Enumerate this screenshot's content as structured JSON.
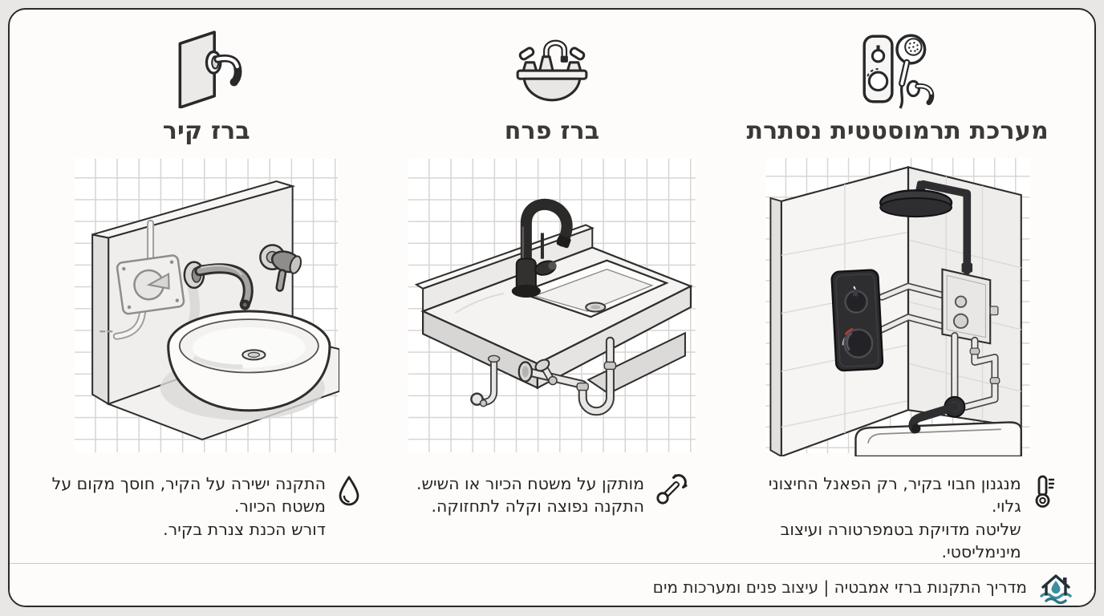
{
  "card": {
    "panels": [
      {
        "id": "concealed-thermostatic",
        "icon": "thermostatic-shower-icon",
        "title": "מערכת תרמוסטטית נסתרת",
        "illustration": "concealed-thermostatic-shower-illustration",
        "note_icon": "thermometer-icon",
        "description": "מנגנון חבוי בקיר, רק הפאנל החיצוני גלוי.\nשליטה מדויקת בטמפרטורה ועיצוב\nמינימליסטי."
      },
      {
        "id": "deck-mounted-faucet",
        "icon": "deck-faucet-icon",
        "title": "ברז פרח",
        "illustration": "deck-mounted-faucet-illustration",
        "note_icon": "wrench-icon",
        "description": "מותקן על משטח הכיור או השיש.\nהתקנה נפוצה וקלה לתחזוקה."
      },
      {
        "id": "wall-faucet",
        "icon": "wall-faucet-icon",
        "title": "ברז קיר",
        "illustration": "wall-mounted-faucet-illustration",
        "note_icon": "water-drop-icon",
        "description": "התקנה ישירה על הקיר, חוסך מקום על\nמשטח הכיור.\nדורש הכנת צנרת בקיר."
      }
    ],
    "footer": {
      "logo": "house-water-logo",
      "text": "מדריך התקנות ברזי אמבטיה | עיצוב פנים ומערכות מים"
    }
  },
  "colors": {
    "page_background": "#e9e7e5",
    "card_background": "#fdfcfb",
    "card_border": "#2a2a2a",
    "title_ink": "#3a3938",
    "body_ink": "#262524",
    "tile_line": "#d7d5d3",
    "fixture_black": "#2e2d30",
    "temperature_accent_red": "#c23b2e",
    "logo_teal": "#3d8ea0"
  }
}
